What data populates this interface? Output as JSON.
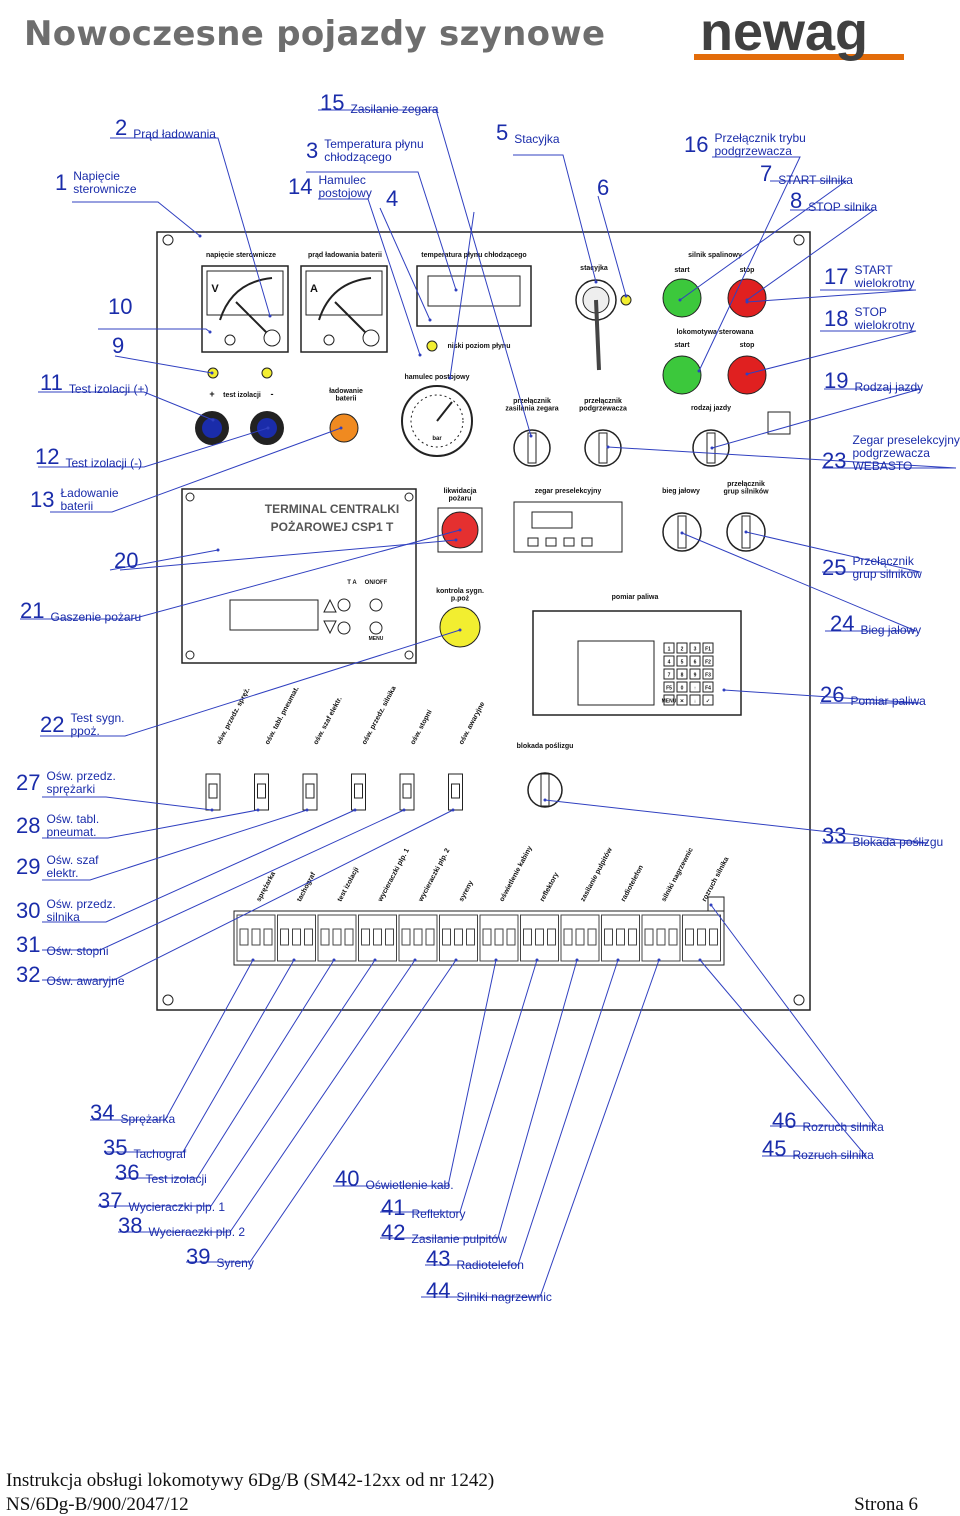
{
  "header": {
    "title": "Nowoczesne pojazdy szynowe",
    "logo_text": "newag",
    "logo_color": "#404040",
    "logo_accent": "#e36c0a"
  },
  "footer": {
    "line1": "Instrukcja obsługi lokomotywy 6Dg/B (SM42-12xx od nr 1242)",
    "line2": "NS/6Dg-B/900/2047/12",
    "page": "Strona 6"
  },
  "callouts": [
    {
      "n": "1",
      "label": "Napięcie\nsterownicze"
    },
    {
      "n": "2",
      "label": "Prąd ładowania"
    },
    {
      "n": "3",
      "label": "Temperatura płynu\nchłodzącego"
    },
    {
      "n": "4",
      "label": ""
    },
    {
      "n": "5",
      "label": "Stacyjka"
    },
    {
      "n": "6",
      "label": ""
    },
    {
      "n": "7",
      "label": "START silnika"
    },
    {
      "n": "8",
      "label": "STOP silnika"
    },
    {
      "n": "9",
      "label": ""
    },
    {
      "n": "10",
      "label": ""
    },
    {
      "n": "11",
      "label": "Test izolacji (+)"
    },
    {
      "n": "12",
      "label": "Test izolacji (-)"
    },
    {
      "n": "13",
      "label": "Ładowanie\nbaterii"
    },
    {
      "n": "14",
      "label": "Hamulec\npostojowy"
    },
    {
      "n": "15",
      "label": "Zasilanie zegara"
    },
    {
      "n": "16",
      "label": "Przełącznik trybu\npodgrzewacza"
    },
    {
      "n": "17",
      "label": "START\nwielokrotny"
    },
    {
      "n": "18",
      "label": "STOP\nwielokrotny"
    },
    {
      "n": "19",
      "label": "Rodzaj jazdy"
    },
    {
      "n": "20",
      "label": ""
    },
    {
      "n": "21",
      "label": "Gaszenie pożaru"
    },
    {
      "n": "22",
      "label": "Test sygn.\nppoż."
    },
    {
      "n": "23",
      "label": "Zegar preselekcyjny\npodgrzewacza\nWEBASTO"
    },
    {
      "n": "24",
      "label": "Bieg jałowy"
    },
    {
      "n": "25",
      "label": "Przełącznik\ngrup silników"
    },
    {
      "n": "26",
      "label": "Pomiar paliwa"
    },
    {
      "n": "27",
      "label": "Ośw. przedz.\nsprężarki"
    },
    {
      "n": "28",
      "label": "Ośw. tabl.\npneumat."
    },
    {
      "n": "29",
      "label": "Ośw. szaf\nelektr."
    },
    {
      "n": "30",
      "label": "Ośw. przedz.\nsilnika"
    },
    {
      "n": "31",
      "label": "Ośw. stopni"
    },
    {
      "n": "32",
      "label": "Ośw. awaryjne"
    },
    {
      "n": "33",
      "label": "Blokada poślizgu"
    },
    {
      "n": "34",
      "label": "Sprężarka"
    },
    {
      "n": "35",
      "label": "Tachograf"
    },
    {
      "n": "36",
      "label": "Test izolacji"
    },
    {
      "n": "37",
      "label": "Wycieraczki plp. 1"
    },
    {
      "n": "38",
      "label": "Wycieraczki plp. 2"
    },
    {
      "n": "39",
      "label": "Syreny"
    },
    {
      "n": "40",
      "label": "Oświetlenie kab."
    },
    {
      "n": "41",
      "label": "Reflektory"
    },
    {
      "n": "42",
      "label": "Zasilanie pulpitów"
    },
    {
      "n": "43",
      "label": "Radiotelefon"
    },
    {
      "n": "44",
      "label": "Silniki nagrzewnic"
    },
    {
      "n": "45",
      "label": "Rozruch silnika"
    },
    {
      "n": "46",
      "label": "Rozruch silnika"
    }
  ],
  "panel": {
    "top_labels": [
      "napięcie sterownicze",
      "prąd ładowania baterii",
      "temperatura płynu chłodzącego",
      "stacyjka",
      "silnik spalinowy"
    ],
    "start": "start",
    "stop": "stop",
    "lokomotywa_sterowana": "lokomotywa sterowana",
    "niski_poziom": "niski poziom płynu",
    "test_izolacji": "test izolacji",
    "plus": "+",
    "minus": "-",
    "ladowanie": "ładowanie\nbaterii",
    "hamulec": "hamulec postojowy",
    "przel_zegara": "przełącznik\nzasilania zegara",
    "przel_podgrz": "przełącznik\npodgrzewacza",
    "rodzaj_jazdy": "rodzaj jazdy",
    "likwidacja": "likwidacja\npożaru",
    "zegar_presel": "zegar preselekcyjny",
    "bieg_jalowy": "bieg jałowy",
    "przel_grup": "przełącznik\ngrup silników",
    "terminal_line1": "TERMINAL CENTRALKI",
    "terminal_line2": "POŻAROWEJ CSP1 T",
    "t_a": "T  A",
    "onoff": "ON/OFF",
    "menu": "MENU",
    "kontrola": "kontrola sygn.\np.poż",
    "pomiar": "pomiar paliwa",
    "blokada": "blokada poślizgu",
    "v": "V",
    "a": "A",
    "gauge_unit": "bar",
    "keys": [
      "1",
      "2",
      "3",
      "F1",
      "4",
      "5",
      "6",
      "F2",
      "7",
      "8",
      "9",
      "F3",
      "F5",
      "0",
      "↑",
      "F4",
      "MENU",
      "✕",
      "↓",
      "✓"
    ],
    "osw_labels": [
      "ośw. przedz. spręż.",
      "ośw. tabl. pneumat.",
      "ośw. szaf elektr.",
      "ośw. przedz. silnika",
      "ośw. stopni",
      "ośw. awaryjne"
    ],
    "breaker_labels": [
      "sprężarka",
      "tachograf",
      "test izolacji",
      "wycieraczki plp. 1",
      "wycieraczki plp. 2",
      "syreny",
      "oświetlenie kabiny",
      "reflektory",
      "zasilanie pulpitów",
      "radiotelefon",
      "silniki nagrzewnic",
      "rozruch silnika"
    ]
  },
  "colors": {
    "callout": "#1a2caa",
    "line": "#3040c0",
    "green": "#3cc83c",
    "red": "#e02020",
    "orange": "#f08a20",
    "yellow": "#f2ee30",
    "fire_red": "#e53030"
  }
}
